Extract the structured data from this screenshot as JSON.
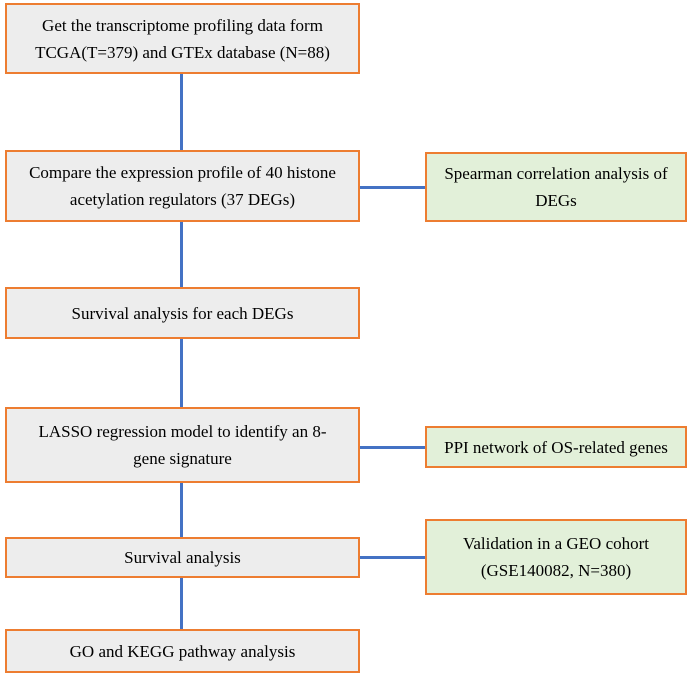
{
  "colors": {
    "main_fill": "#ededed",
    "side_fill": "#e2f0d9",
    "border": "#ed7d31",
    "connector": "#4472c4"
  },
  "boxes": {
    "step1": [
      "Get the transcriptome profiling data form",
      "TCGA(T=379) and GTEx database (N=88)"
    ],
    "step2": [
      "Compare the expression profile of 40 histone",
      "acetylation regulators (37 DEGs)"
    ],
    "step3": [
      "Survival analysis for each DEGs"
    ],
    "step4": [
      "LASSO regression model to identify an 8-",
      "gene signature"
    ],
    "step5": [
      "Survival analysis"
    ],
    "step6": [
      "GO and KEGG pathway analysis"
    ],
    "side1": [
      "Spearman correlation analysis of",
      "DEGs"
    ],
    "side2": [
      "PPI network of OS-related genes"
    ],
    "side3": [
      "Validation in a GEO cohort",
      "(GSE140082, N=380)"
    ]
  }
}
